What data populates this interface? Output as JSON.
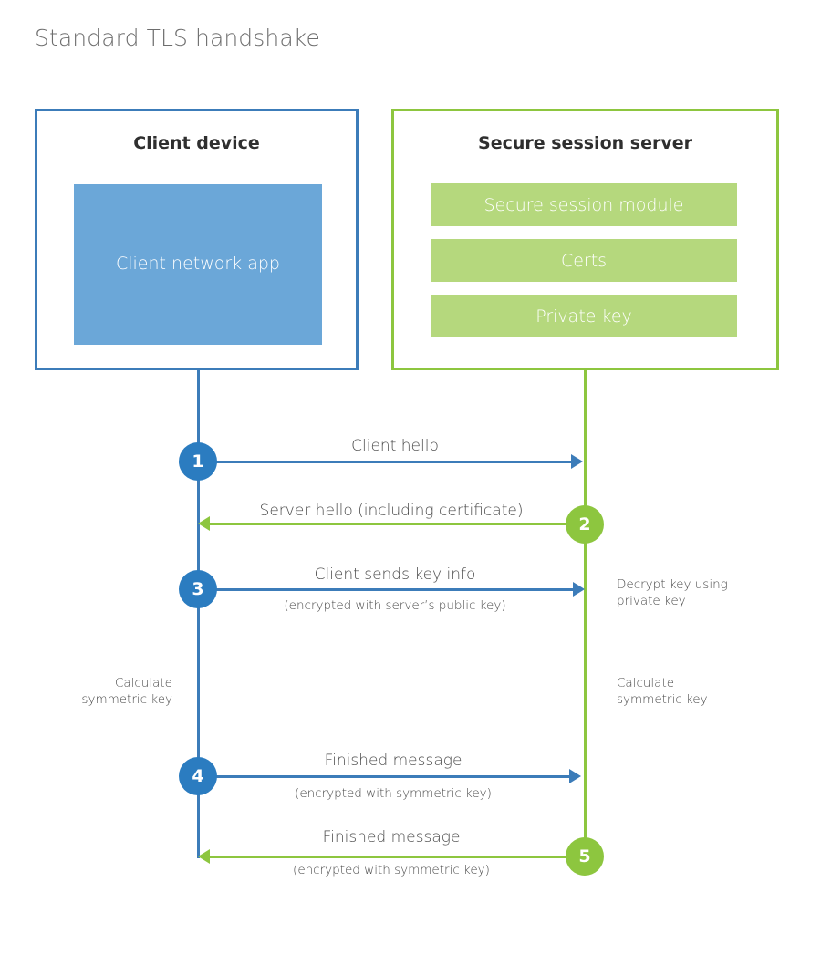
{
  "title": "Standard TLS handshake",
  "colors": {
    "client_border": "#3c7cb9",
    "client_app_fill": "#6ba7d8",
    "server_border": "#8dc63f",
    "server_block_fill": "#b5d87d",
    "client_badge": "#2b7cc0",
    "server_badge": "#8dc63f",
    "title_text": "#6d6d6d",
    "label_text": "#4a4a4a"
  },
  "client": {
    "title": "Client device",
    "app_label": "Client network app"
  },
  "server": {
    "title": "Secure session server",
    "blocks": [
      {
        "label": "Secure session module"
      },
      {
        "label": "Certs"
      },
      {
        "label": "Private key"
      }
    ]
  },
  "steps": [
    {
      "number": "1",
      "label": "Client hello",
      "sub": "",
      "direction": "right",
      "color": "blue"
    },
    {
      "number": "2",
      "label": "Server hello (including certificate)",
      "sub": "",
      "direction": "left",
      "color": "green"
    },
    {
      "number": "3",
      "label": "Client sends key info",
      "sub": "(encrypted with server’s public key)",
      "direction": "right",
      "color": "blue"
    },
    {
      "number": "4",
      "label": "Finished message",
      "sub": "(encrypted with symmetric key)",
      "direction": "right",
      "color": "blue"
    },
    {
      "number": "5",
      "label": "Finished message",
      "sub": "(encrypted with symmetric key)",
      "direction": "left",
      "color": "green"
    }
  ],
  "notes": {
    "decrypt_key_line1": "Decrypt key using",
    "decrypt_key_line2": "private key",
    "client_calc_line1": "Calculate",
    "client_calc_line2": "symmetric key",
    "server_calc_line1": "Calculate",
    "server_calc_line2": "symmetric key"
  }
}
